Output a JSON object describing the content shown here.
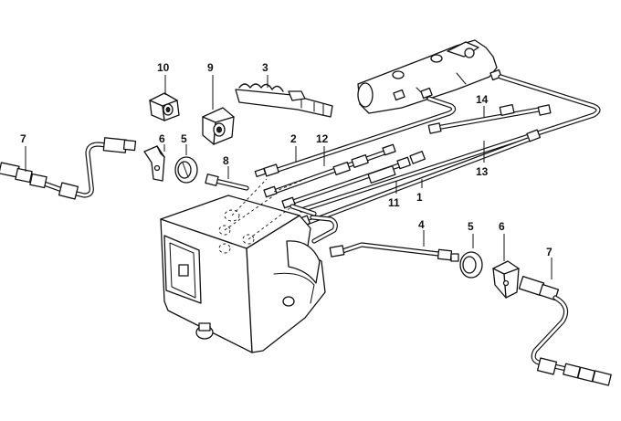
{
  "diagram": {
    "callouts": [
      {
        "id": "c1",
        "label": "1"
      },
      {
        "id": "c2",
        "label": "2"
      },
      {
        "id": "c3",
        "label": "3"
      },
      {
        "id": "c4",
        "label": "4"
      },
      {
        "id": "c5a",
        "label": "5"
      },
      {
        "id": "c5b",
        "label": "5"
      },
      {
        "id": "c6a",
        "label": "6"
      },
      {
        "id": "c6b",
        "label": "6"
      },
      {
        "id": "c7a",
        "label": "7"
      },
      {
        "id": "c7b",
        "label": "7"
      },
      {
        "id": "c8",
        "label": "8"
      },
      {
        "id": "c9",
        "label": "9"
      },
      {
        "id": "c10",
        "label": "10"
      },
      {
        "id": "c11",
        "label": "11"
      },
      {
        "id": "c12",
        "label": "12"
      },
      {
        "id": "c13",
        "label": "13"
      },
      {
        "id": "c14",
        "label": "14"
      }
    ]
  }
}
